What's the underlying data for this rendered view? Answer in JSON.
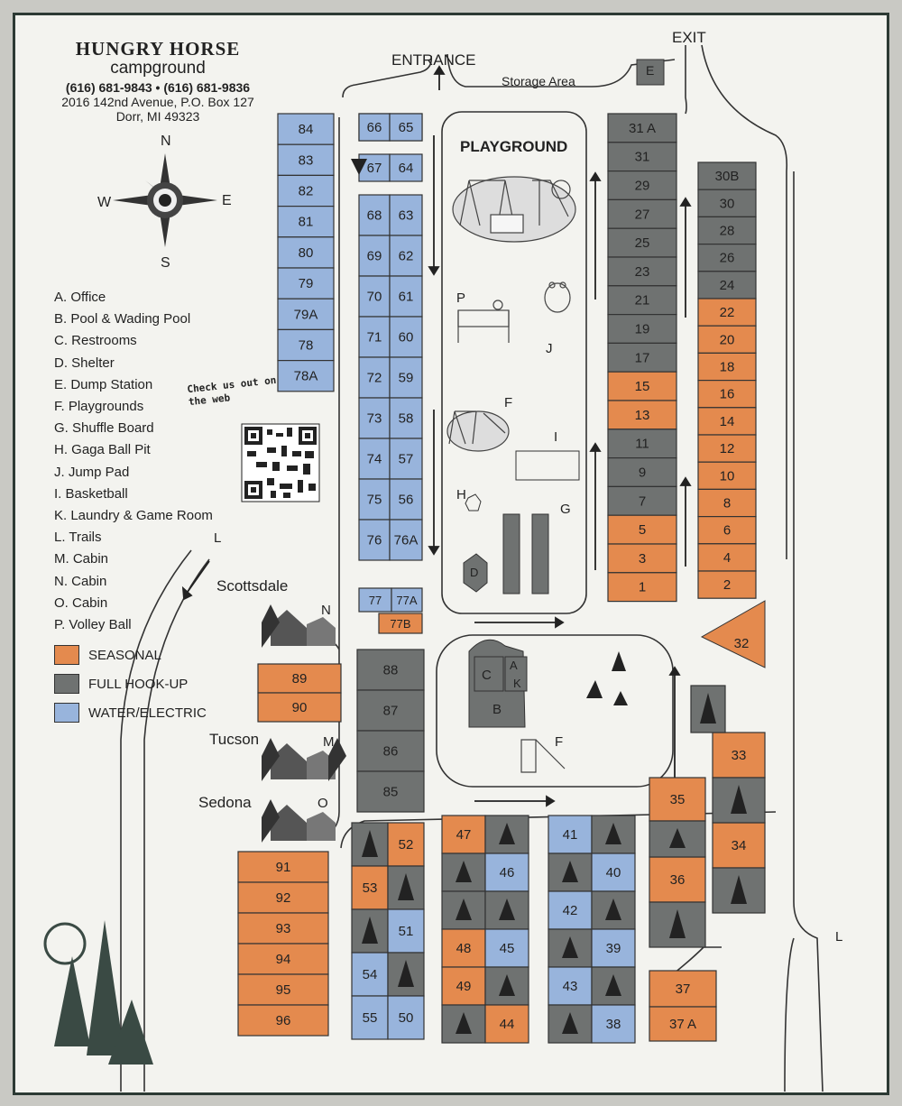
{
  "header": {
    "title": "HUNGRY HORSE",
    "subtitle": "campground",
    "phones": "(616) 681-9843 • (616) 681-9836",
    "address1": "2016 142nd Avenue, P.O. Box 127",
    "address2": "Dorr, MI 49323"
  },
  "compass": {
    "n": "N",
    "s": "S",
    "e": "E",
    "w": "W"
  },
  "legend": [
    "A. Office",
    "B. Pool & Wading Pool",
    "C. Restrooms",
    "D. Shelter",
    "E. Dump Station",
    "F. Playgrounds",
    "G. Shuffle Board",
    "H. Gaga Ball Pit",
    "J. Jump Pad",
    "I. Basketball",
    "K. Laundry & Game Room",
    "L. Trails",
    "M. Cabin",
    "N. Cabin",
    "O. Cabin",
    "P. Volley Ball"
  ],
  "key": [
    {
      "label": "SEASONAL",
      "color": "#e48a4e"
    },
    {
      "label": "FULL HOOK-UP",
      "color": "#6f7271"
    },
    {
      "label": "WATER/ELECTRIC",
      "color": "#98b4dc"
    }
  ],
  "web": {
    "line1": "Check us out on",
    "line2": "the web"
  },
  "labels": {
    "entrance": "ENTRANCE",
    "exit": "EXIT",
    "storage": "Storage Area",
    "dump": "E",
    "playground": "PLAYGROUND",
    "scottsdale": "Scottsdale",
    "tucson": "Tucson",
    "sedona": "Sedona",
    "n": "N",
    "m": "M",
    "o": "O",
    "l": "L",
    "p": "P",
    "j": "J",
    "f": "F",
    "i": "I",
    "h": "H",
    "g": "G",
    "d": "D",
    "c": "C",
    "a": "A",
    "k": "K",
    "b": "B"
  },
  "sites": {
    "blue84": [
      "84",
      "83",
      "82",
      "81",
      "80",
      "79",
      "79A",
      "78",
      "78A"
    ],
    "left66": [
      "66",
      "67",
      "68",
      "69",
      "70",
      "71",
      "72",
      "73",
      "74",
      "75",
      "76"
    ],
    "right65": [
      "65",
      "64",
      "63",
      "62",
      "61",
      "60",
      "59",
      "58",
      "57",
      "56",
      "76A"
    ],
    "s77": [
      "77",
      "77A",
      "77B"
    ],
    "s31": [
      [
        "31 A",
        "g"
      ],
      [
        "31",
        "g"
      ],
      [
        "29",
        "g"
      ],
      [
        "27",
        "g"
      ],
      [
        "25",
        "g"
      ],
      [
        "23",
        "g"
      ],
      [
        "21",
        "g"
      ],
      [
        "19",
        "g"
      ],
      [
        "17",
        "g"
      ],
      [
        "15",
        "o"
      ],
      [
        "13",
        "o"
      ],
      [
        "11",
        "g"
      ],
      [
        "9",
        "g"
      ],
      [
        "7",
        "g"
      ],
      [
        "5",
        "o"
      ],
      [
        "3",
        "o"
      ],
      [
        "1",
        "o"
      ]
    ],
    "s30": [
      [
        "30B",
        "g"
      ],
      [
        "30",
        "g"
      ],
      [
        "28",
        "g"
      ],
      [
        "26",
        "g"
      ],
      [
        "24",
        "g"
      ],
      [
        "22",
        "o"
      ],
      [
        "20",
        "o"
      ],
      [
        "18",
        "o"
      ],
      [
        "16",
        "o"
      ],
      [
        "14",
        "o"
      ],
      [
        "12",
        "o"
      ],
      [
        "10",
        "o"
      ],
      [
        "8",
        "o"
      ],
      [
        "6",
        "o"
      ],
      [
        "4",
        "o"
      ],
      [
        "2",
        "o"
      ]
    ],
    "s32": "32",
    "s89": [
      "89",
      "90"
    ],
    "s88": [
      "88",
      "87",
      "86",
      "85"
    ],
    "s91": [
      "91",
      "92",
      "93",
      "94",
      "95",
      "96"
    ],
    "c1": [
      [
        "",
        "g"
      ],
      [
        "52",
        "o"
      ],
      [
        "53",
        "o"
      ],
      [
        "",
        "g"
      ],
      [
        "",
        "g"
      ],
      [
        "51",
        "b"
      ],
      [
        "54",
        "b"
      ],
      [
        "",
        "g"
      ],
      [
        "55",
        "b"
      ],
      [
        "50",
        "b"
      ]
    ],
    "c2": [
      [
        "47",
        "o"
      ],
      [
        "",
        "g"
      ],
      [
        "",
        "g"
      ],
      [
        "46",
        "b"
      ],
      [
        "",
        "g"
      ],
      [
        "",
        "g"
      ],
      [
        "48",
        "o"
      ],
      [
        "45",
        "b"
      ],
      [
        "49",
        "o"
      ],
      [
        "",
        "g"
      ],
      [
        "",
        "g"
      ],
      [
        "44",
        "o"
      ]
    ],
    "c3": [
      [
        "41",
        "b"
      ],
      [
        "",
        "g"
      ],
      [
        "",
        "g"
      ],
      [
        "40",
        "b"
      ],
      [
        "42",
        "b"
      ],
      [
        "",
        "g"
      ],
      [
        "",
        "g"
      ],
      [
        "39",
        "b"
      ],
      [
        "43",
        "b"
      ],
      [
        "",
        "g"
      ],
      [
        "",
        "g"
      ],
      [
        "38",
        "b"
      ]
    ],
    "e": [
      [
        "33",
        "o"
      ],
      [
        "35",
        "o"
      ],
      [
        "34",
        "o"
      ],
      [
        "36",
        "o"
      ],
      [
        "37",
        "o"
      ],
      [
        "37 A",
        "o"
      ]
    ]
  }
}
